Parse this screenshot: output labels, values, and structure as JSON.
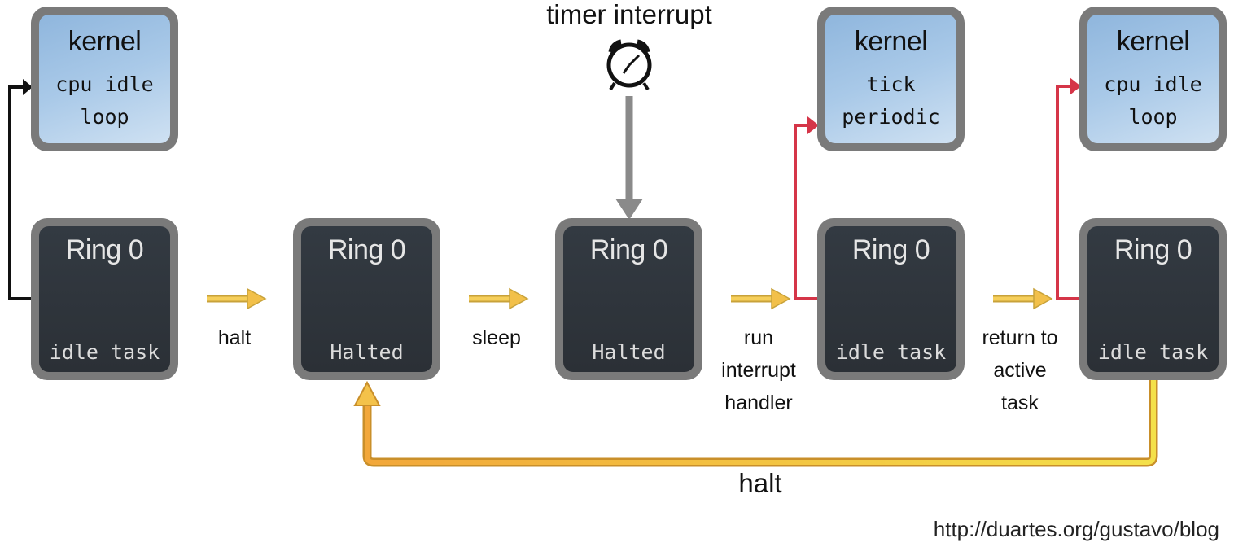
{
  "kernel_boxes": [
    {
      "title": "kernel",
      "text": "cpu idle\nloop"
    },
    {
      "title": "kernel",
      "text": "tick\nperiodic"
    },
    {
      "title": "kernel",
      "text": "cpu idle\nloop"
    }
  ],
  "ring_boxes": [
    {
      "title": "Ring 0",
      "text": "idle task"
    },
    {
      "title": "Ring 0",
      "text": "Halted"
    },
    {
      "title": "Ring 0",
      "text": "Halted"
    },
    {
      "title": "Ring 0",
      "text": "idle task"
    },
    {
      "title": "Ring 0",
      "text": "idle task"
    }
  ],
  "transitions": [
    {
      "label": "halt"
    },
    {
      "label": "sleep"
    },
    {
      "label": "run\ninterrupt\nhandler"
    },
    {
      "label": "return to\nactive\ntask"
    }
  ],
  "timer_interrupt_label": "timer interrupt",
  "bottom_loop_label": "halt",
  "footer_url": "http://duartes.org/gustavo/blog",
  "colors": {
    "box_border": "#7a7a7a",
    "ring_fill": "#2f353c",
    "kernel_fill": "#a9c9e8",
    "transition_arrow": "#f2c04a",
    "red_arrow": "#d53548",
    "timer_arrow": "#8a8a8a",
    "loop_arrow": "#f0b43a"
  },
  "icons": {
    "timer": "alarm-clock-icon"
  }
}
